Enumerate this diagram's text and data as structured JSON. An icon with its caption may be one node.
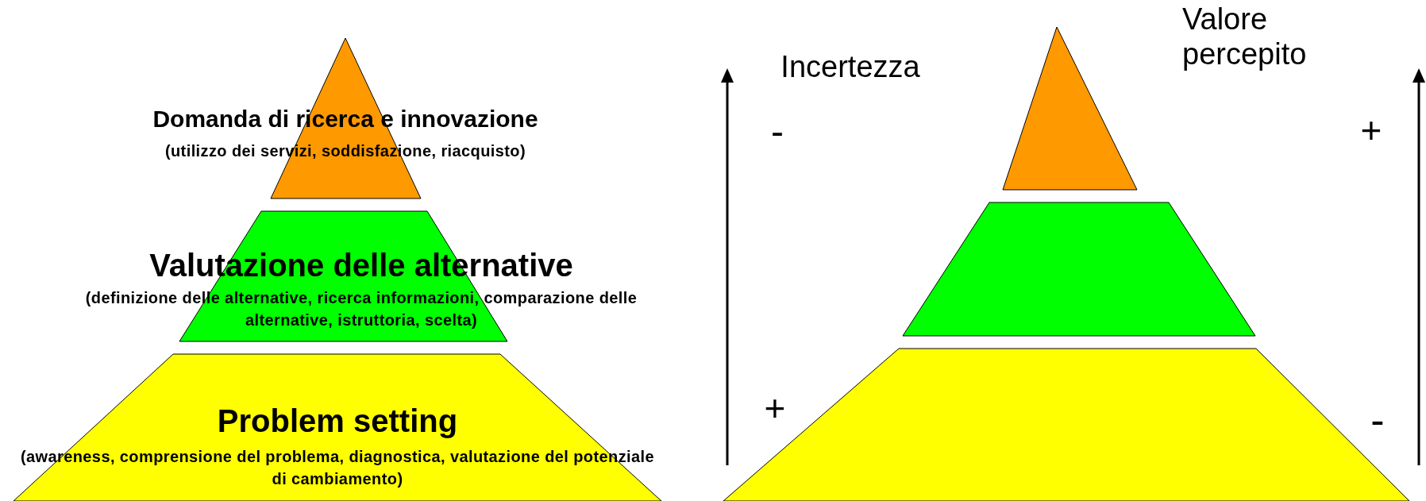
{
  "diagram": {
    "nodes": [
      {
        "text": [
          "Domanda di ricerca e innovazione",
          "(utilizzo dei servizi, soddisfazione, riacquisto)"
        ]
      },
      {
        "text": [
          "Valutazione delle alternative",
          "(definizione delle alternative, ricerca informazioni, comparazione delle alternative, istruttoria, scelta)"
        ]
      },
      {
        "text": [
          "Problem setting",
          "(awareness, comprensione del problema, diagnostica, valutazione del potenziale di cambiamento)"
        ]
      },
      {
        "text": [],
        "shape": "triangle"
      },
      {
        "text": [],
        "shape": "trapezoid"
      },
      {
        "text": [],
        "shape": "trapezoid"
      }
    ],
    "labels": [
      "Incertezza",
      "Valore percepito",
      "-",
      "+",
      "+",
      "-"
    ]
  }
}
